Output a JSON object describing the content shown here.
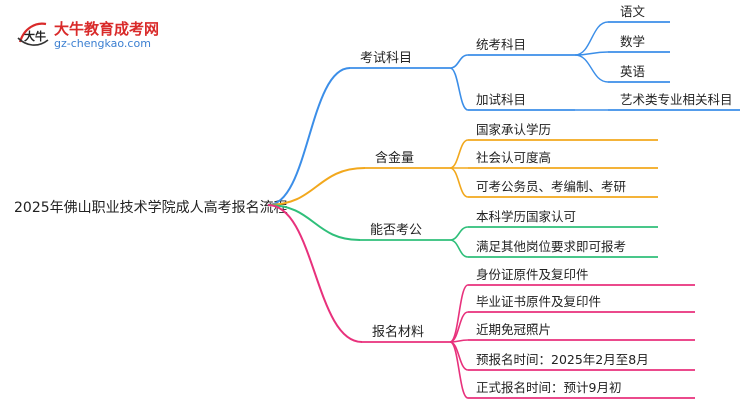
{
  "logo": {
    "title": "大牛教育成考网",
    "url": "gz-chengkao.com",
    "badge_text": "大牛"
  },
  "root": "2025年佛山职业技术学院成人高考报名流程",
  "branches": [
    {
      "id": "exam-subjects",
      "label": "考试科目",
      "color": "#3b8ee8",
      "children": [
        {
          "label": "统考科目",
          "children": [
            "语文",
            "数学",
            "英语"
          ]
        },
        {
          "label": "加试科目",
          "children": [
            "艺术类专业相关科目"
          ]
        }
      ]
    },
    {
      "id": "value",
      "label": "含金量",
      "color": "#f2a81d",
      "children": [
        {
          "label": "国家承认学历"
        },
        {
          "label": "社会认可度高"
        },
        {
          "label": "可考公务员、考编制、考研"
        }
      ]
    },
    {
      "id": "civil-exam",
      "label": "能否考公",
      "color": "#2fbf7a",
      "children": [
        {
          "label": "本科学历国家认可"
        },
        {
          "label": "满足其他岗位要求即可报考"
        }
      ]
    },
    {
      "id": "materials",
      "label": "报名材料",
      "color": "#e8317c",
      "children": [
        {
          "label": "身份证原件及复印件"
        },
        {
          "label": "毕业证书原件及复印件"
        },
        {
          "label": "近期免冠照片"
        },
        {
          "label": "预报名时间：2025年2月至8月"
        },
        {
          "label": "正式报名时间：预计9月初"
        }
      ]
    }
  ]
}
